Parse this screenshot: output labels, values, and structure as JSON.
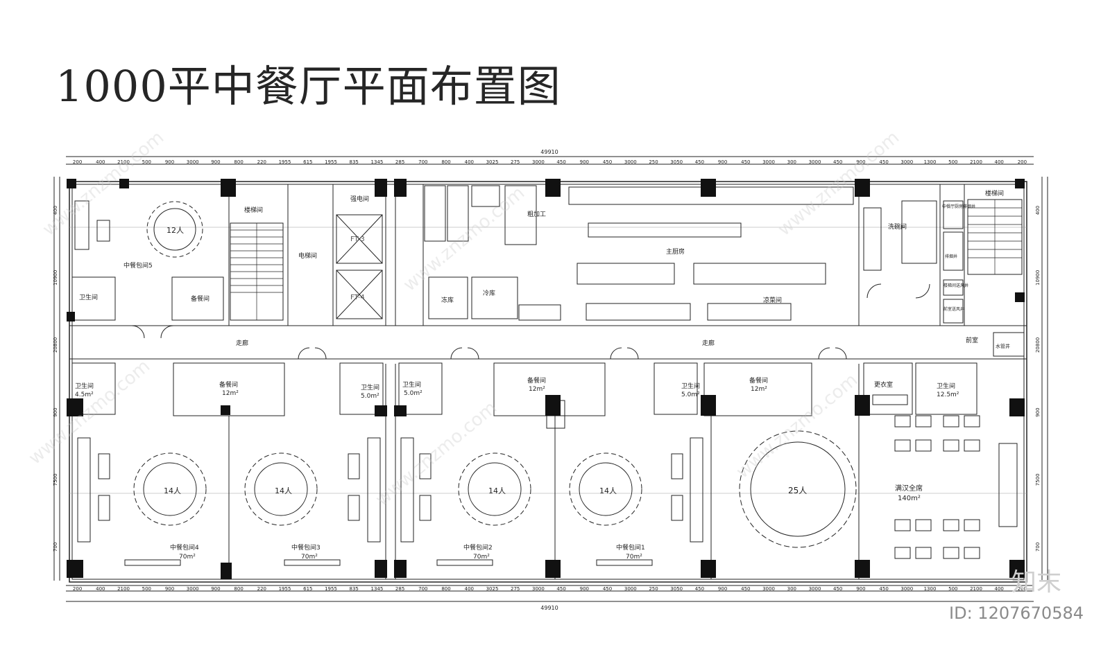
{
  "title": "1000平中餐厅平面布置图",
  "id_text": "ID: 1207670584",
  "logo_text": "知末",
  "watermark": "www.znzmo.com",
  "overall_dimension": "49910",
  "top_dims": [
    "200",
    "400",
    "2100",
    "500",
    "900",
    "3000",
    "900",
    "800",
    "220",
    "1955",
    "615",
    "1955",
    "835",
    "1345",
    "285",
    "700",
    "800",
    "400",
    "3025",
    "275",
    "3000",
    "450",
    "900",
    "450",
    "3000",
    "250",
    "3050",
    "450",
    "900",
    "450",
    "3000",
    "300",
    "3000",
    "450",
    "900",
    "450",
    "3000",
    "1300",
    "500",
    "2100",
    "400",
    "200"
  ],
  "bottom_dims": [
    "200",
    "400",
    "2100",
    "500",
    "900",
    "3000",
    "900",
    "800",
    "220",
    "1955",
    "615",
    "1955",
    "835",
    "1345",
    "285",
    "700",
    "800",
    "400",
    "3025",
    "275",
    "3000",
    "450",
    "900",
    "450",
    "3000",
    "250",
    "3050",
    "450",
    "900",
    "450",
    "3000",
    "300",
    "3000",
    "450",
    "900",
    "450",
    "3000",
    "1300",
    "500",
    "2100",
    "400",
    "200"
  ],
  "left_dims": [
    "400",
    "10900",
    "20800",
    "900",
    "7500",
    "700"
  ],
  "right_dims": [
    "400",
    "10900",
    "20800",
    "900",
    "7500",
    "700"
  ],
  "rooms": {
    "private5": "中餐包间5",
    "private5_seats": "12人",
    "toilet_top": "卫生间",
    "prep_top": "备餐间",
    "stair_left": "楼梯间",
    "elevator_hall": "电梯间",
    "electric": "强电间",
    "ft3": "FT-3",
    "ft4": "FT-4",
    "freezer": "冻库",
    "cold_store": "冷库",
    "rough_process": "粗加工",
    "main_kitchen": "主厨房",
    "cold_dish": "凉菜间",
    "dishwash": "洗碗间",
    "kitchen_exhaust": "中餐厅厨房排烟井",
    "exhaust_shaft": "排烟井",
    "stair_supply": "楼梯间送风井",
    "anteroom_supply": "前室送风井",
    "stair_right": "楼梯间",
    "anteroom": "前室",
    "water_shaft": "水管井",
    "corridor_left": "走廊",
    "corridor_right": "走廊",
    "toilet_b1": "卫生间",
    "toilet_b1_area": "4.5m²",
    "prep_b1": "备餐间",
    "prep_b1_area": "12m²",
    "toilet_b2": "卫生间",
    "toilet_b2_area": "5.0m²",
    "toilet_b3": "卫生间",
    "toilet_b3_area": "5.0m²",
    "prep_b2": "备餐间",
    "prep_b2_area": "12m²",
    "toilet_b4": "卫生间",
    "toilet_b4_area": "5.0m²",
    "prep_b3": "备餐间",
    "prep_b3_area": "12m²",
    "locker": "更衣室",
    "toilet_b5": "卫生间",
    "toilet_b5_area": "12.5m²",
    "private4": "中餐包间4",
    "private4_area": "70m²",
    "private3": "中餐包间3",
    "private3_area": "70m²",
    "private2": "中餐包间2",
    "private2_area": "70m²",
    "private1": "中餐包间1",
    "private1_area": "70m²",
    "seats_14": "14人",
    "seats_25": "25人",
    "banquet": "满汉全席",
    "banquet_area": "140m²"
  }
}
